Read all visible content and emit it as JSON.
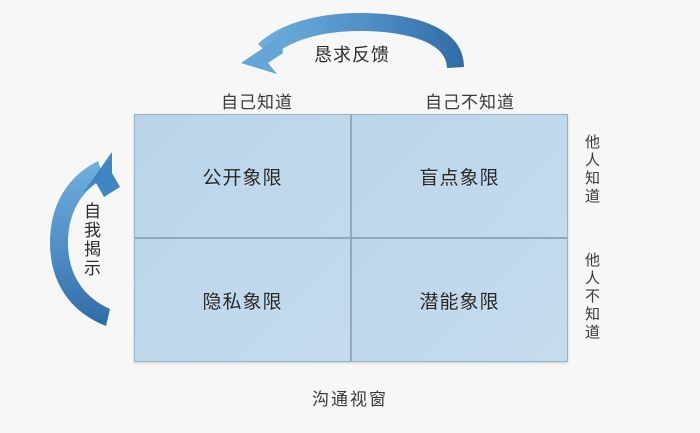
{
  "diagram": {
    "caption": "沟通视窗",
    "column_headers": [
      {
        "label": "自己知道"
      },
      {
        "label": "自己不知道"
      }
    ],
    "row_labels": [
      {
        "label": "他人知道"
      },
      {
        "label": "他人不知道"
      }
    ],
    "quadrants": [
      {
        "id": "open",
        "label": "公开象限"
      },
      {
        "id": "blind",
        "label": "盲点象限"
      },
      {
        "id": "hidden",
        "label": "隐私象限"
      },
      {
        "id": "unknown",
        "label": "潜能象限"
      }
    ],
    "arrows": [
      {
        "id": "top-arrow",
        "label": "恳求反馈",
        "direction": "right-to-left",
        "icon": "curved-arrow-icon"
      },
      {
        "id": "left-arrow",
        "label": "自我揭示",
        "direction": "bottom-to-top",
        "icon": "curved-arrow-icon"
      }
    ]
  },
  "colors": {
    "background": "#f7f7f7",
    "cell_fill": "#bcd6ec",
    "grid_line": "#8fa9bf",
    "arrow_light": "#6aa7d8",
    "arrow_dark": "#2f6ba5",
    "text": "#2b2b2b"
  }
}
